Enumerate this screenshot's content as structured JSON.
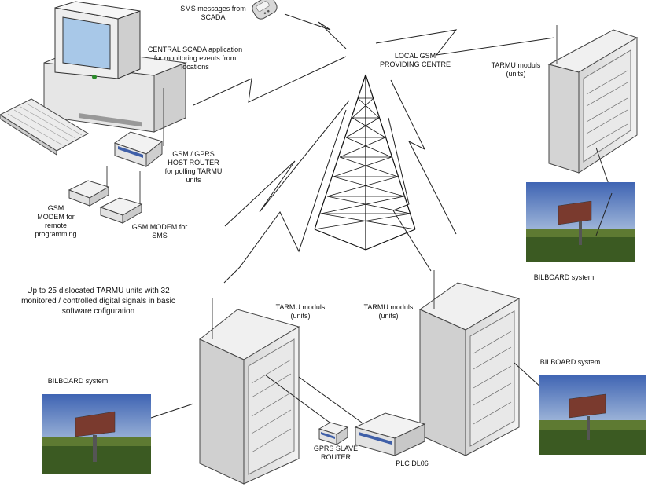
{
  "labels": {
    "sms_messages": "SMS messages from\nSCADA",
    "central_scada": "CENTRAL SCADA application\nfor monitoring events from\nlocations",
    "local_gsm": "LOCAL GSM\nPROVIDING CENTRE",
    "tarmu_top_right": "TARMU moduls\n(units)",
    "gsm_gprs_router": "GSM / GPRS\nHOST ROUTER\nfor polling TARMU\nunits",
    "gsm_modem_remote": "GSM\nMODEM for\nremote\nprogramming",
    "gsm_modem_sms": "GSM MODEM for\nSMS",
    "up_to_25": "Up to 25 dislocated TARMU units with 32\nmonitored / controlled digital signals in basic\nsoftware cofiguration",
    "bilboard_top_right": "BILBOARD system",
    "tarmu_center": "TARMU moduls\n(units)",
    "tarmu_right": "TARMU moduls\n(units)",
    "bilboard_left": "BILBOARD system",
    "bilboard_right": "BILBOARD system",
    "gprs_slave": "GPRS SLAVE\nROUTER",
    "plc": "PLC DL06"
  },
  "icons": [
    "computer-icon",
    "keyboard-icon",
    "mobile-phone-icon",
    "gsm-tower-icon",
    "cabinet-icon",
    "router-icon",
    "modem-icon",
    "plc-icon",
    "billboard-photo"
  ],
  "colors": {
    "line": "#222222",
    "cabinet": "#e3e3e3",
    "sky": "#5a7fc0",
    "ground": "#3b5a22",
    "screen": "#8fbbe0",
    "device_stripe": "#3f5fa8"
  }
}
